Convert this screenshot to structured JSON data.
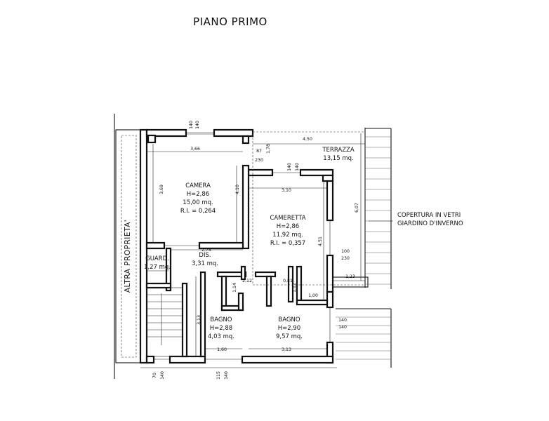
{
  "title": "PIANO PRIMO",
  "side_label": "ALTRA PROPRIETA'",
  "rooms": {
    "camera": {
      "name": "CAMERA",
      "height": "H=2,86",
      "area": "15,00 mq.",
      "ri": "R.I. = 0,264"
    },
    "cameretta": {
      "name": "CAMERETTA",
      "height": "H=2,86",
      "area": "11,92 mq.",
      "ri": "R.I. = 0,357"
    },
    "guard": {
      "name": "GUARD.",
      "area": "1,27 mq."
    },
    "dis": {
      "name": "DIS.",
      "area": "3,31 mq."
    },
    "bagno_small": {
      "name": "BAGNO",
      "height": "H=2,88",
      "area": "4,03 mq."
    },
    "bagno_large": {
      "name": "BAGNO",
      "height": "H=2,90",
      "area": "9,57 mq."
    },
    "terrazza": {
      "name": "TERRAZZA",
      "area": "13,15 mq."
    }
  },
  "annotations": {
    "copertura_line1": "COPERTURA IN VETRI",
    "copertura_line2": "GIARDINO D'INVERNO"
  },
  "dimensions": {
    "d_top_140a": "140",
    "d_top_140b": "140",
    "d_450": "4,50",
    "d_366": "3,66",
    "d_87": "87",
    "d_230a": "230",
    "d_178": "1,78",
    "d_140c": "140",
    "d_140d": "140",
    "d_310": "3,10",
    "d_369": "3,69",
    "d_410": "4,10",
    "d_607": "6,07",
    "d_451": "4,51",
    "d_100": "100",
    "d_230b": "230",
    "d_123": "1,23",
    "d_278": "2,78",
    "d_212": "2,12",
    "d_081": "0,81",
    "d_114": "1,14",
    "d_112": "1,12",
    "d_100b": "1,00",
    "d_313v": "3,13",
    "d_160": "1,60",
    "d_313h": "3,13",
    "d_140e": "140",
    "d_140f": "140",
    "d_70": "70",
    "d_140g": "140",
    "d_115": "115",
    "d_140h": "140"
  }
}
